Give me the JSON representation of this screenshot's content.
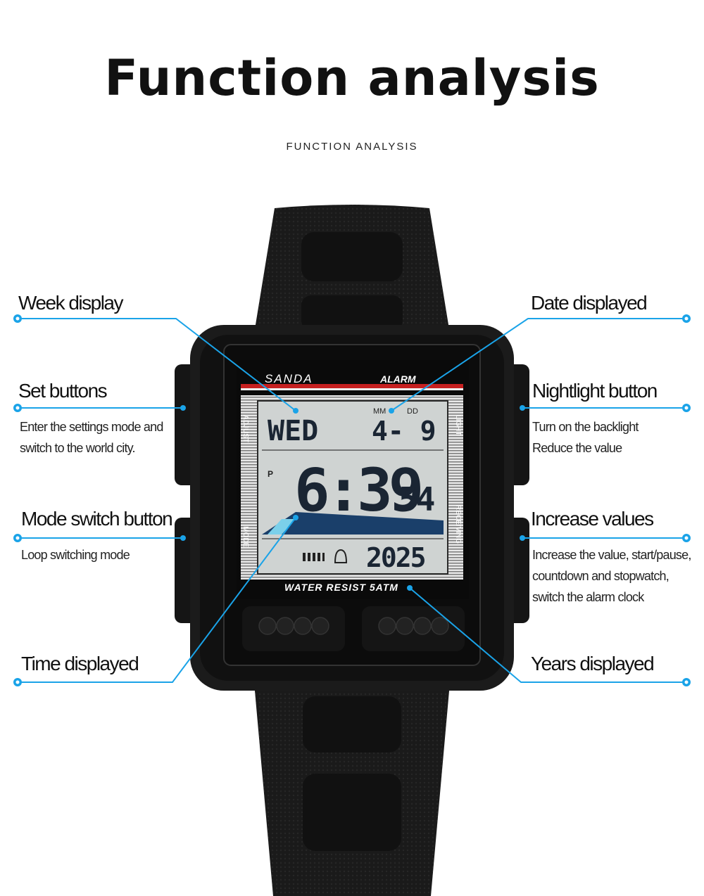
{
  "title": "Function analysis",
  "subtitle": "FUNCTION ANALYSIS",
  "watch": {
    "brand": "SANDA",
    "alarm": "ALARM",
    "day": "WED",
    "mm_label": "MM",
    "dd_label": "DD",
    "date": "4- 9",
    "pm": "P",
    "time": "6:39",
    "seconds": "54",
    "year": "2025",
    "water": "WATER RESIST 5ATM",
    "side_left_top": "ADJUST",
    "side_left_bottom": "MODE",
    "side_right_top": "LIGHT",
    "side_right_bottom": "RECEIVING"
  },
  "labels": {
    "week": "Week display",
    "set": "Set buttons",
    "set_desc": [
      "Enter the settings mode and",
      "switch to the world city."
    ],
    "mode": "Mode switch button",
    "mode_desc": [
      "Loop switching mode"
    ],
    "time": "Time displayed",
    "date": "Date displayed",
    "night": "Nightlight button",
    "night_desc": [
      "Turn on the backlight",
      "Reduce the value"
    ],
    "increase": "Increase values",
    "increase_desc": [
      "Increase the value, start/pause,",
      "countdown and stopwatch,",
      "switch the alarm clock"
    ],
    "years": "Years displayed"
  },
  "colors": {
    "accent": "#1aa3e8",
    "watch": "#1b1b1b",
    "lcd": "#c9cdcc"
  }
}
